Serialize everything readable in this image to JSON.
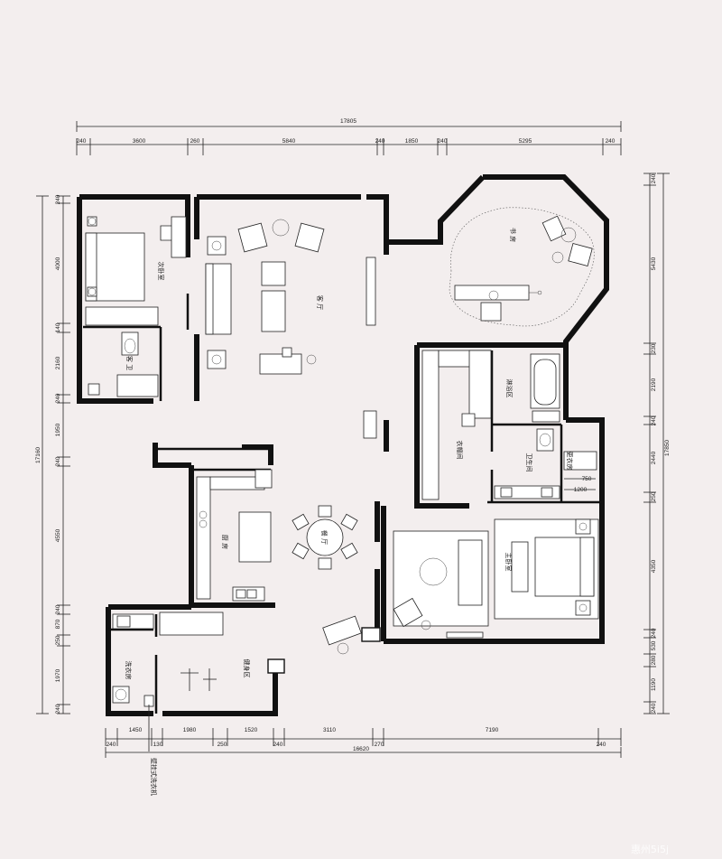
{
  "dimensions": {
    "top_total": "17805",
    "top_segments": [
      "240",
      "3600",
      "260",
      "5840",
      "240",
      "1850",
      "240",
      "5295",
      "240"
    ],
    "bottom_segments": [
      "240",
      "1450",
      "130",
      "1980",
      "250",
      "1520",
      "240",
      "3110",
      "270",
      "7190",
      "240"
    ],
    "bottom_total": "16620",
    "left_segments": [
      "240",
      "4000",
      "140",
      "2160",
      "240",
      "1950",
      "240",
      "4550",
      "240",
      "870",
      "250",
      "1970",
      "240"
    ],
    "left_total": "17160",
    "right_segments": [
      "240",
      "5430",
      "230",
      "2190",
      "240",
      "2440",
      "250",
      "4350",
      "240",
      "530",
      "280",
      "1190",
      "240"
    ],
    "right_total": "17850",
    "inner_750": "750",
    "inner_1200": "1200"
  },
  "rooms": {
    "second_bedroom": "次卧室",
    "living_room": "客 厅",
    "study": "书 房",
    "guest_bath": "客 卫",
    "bathing_area": "淋浴区",
    "wardrobe": "衣帽间",
    "bathroom": "卫生间",
    "dressing": "更衣房",
    "kitchen": "厨 房",
    "dining": "餐 厅",
    "master_bedroom": "主卧室",
    "laundry": "洗衣房",
    "gym": "健身区",
    "washer_note": "壁挂式洗衣机"
  },
  "watermark": "惠州5i5j"
}
